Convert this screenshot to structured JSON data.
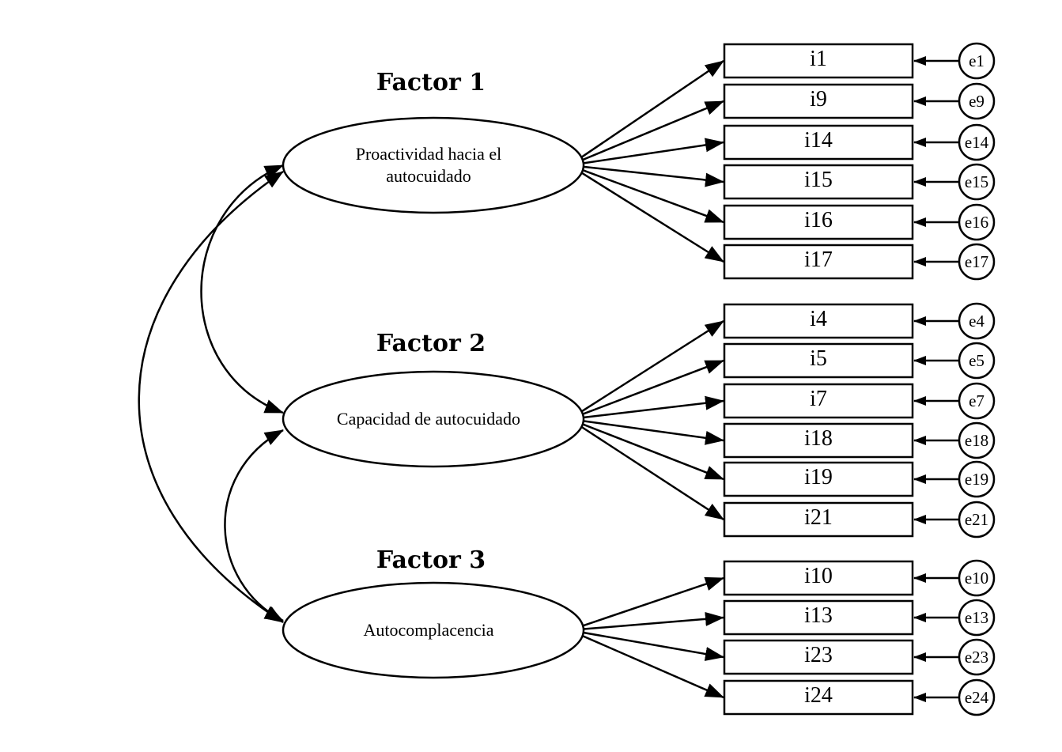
{
  "diagram": {
    "factors": [
      {
        "id": "f1",
        "title": "Factor 1",
        "label_lines": [
          "Proactividad hacia el",
          "autocuidado"
        ],
        "items": [
          {
            "item": "i1",
            "error": "e1"
          },
          {
            "item": "i9",
            "error": "e9"
          },
          {
            "item": "i14",
            "error": "e14"
          },
          {
            "item": "i15",
            "error": "e15"
          },
          {
            "item": "i16",
            "error": "e16"
          },
          {
            "item": "i17",
            "error": "e17"
          }
        ]
      },
      {
        "id": "f2",
        "title": "Factor 2",
        "label_lines": [
          "Capacidad de autocuidado"
        ],
        "items": [
          {
            "item": "i4",
            "error": "e4"
          },
          {
            "item": "i5",
            "error": "e5"
          },
          {
            "item": "i7",
            "error": "e7"
          },
          {
            "item": "i18",
            "error": "e18"
          },
          {
            "item": "i19",
            "error": "e19"
          },
          {
            "item": "i21",
            "error": "e21"
          }
        ]
      },
      {
        "id": "f3",
        "title": "Factor 3",
        "label_lines": [
          "Autocomplacencia"
        ],
        "items": [
          {
            "item": "i10",
            "error": "e10"
          },
          {
            "item": "i13",
            "error": "e13"
          },
          {
            "item": "i23",
            "error": "e23"
          },
          {
            "item": "i24",
            "error": "e24"
          }
        ]
      }
    ],
    "covariances": [
      {
        "from": "f1",
        "to": "f2"
      },
      {
        "from": "f2",
        "to": "f3"
      },
      {
        "from": "f1",
        "to": "f3"
      }
    ]
  }
}
